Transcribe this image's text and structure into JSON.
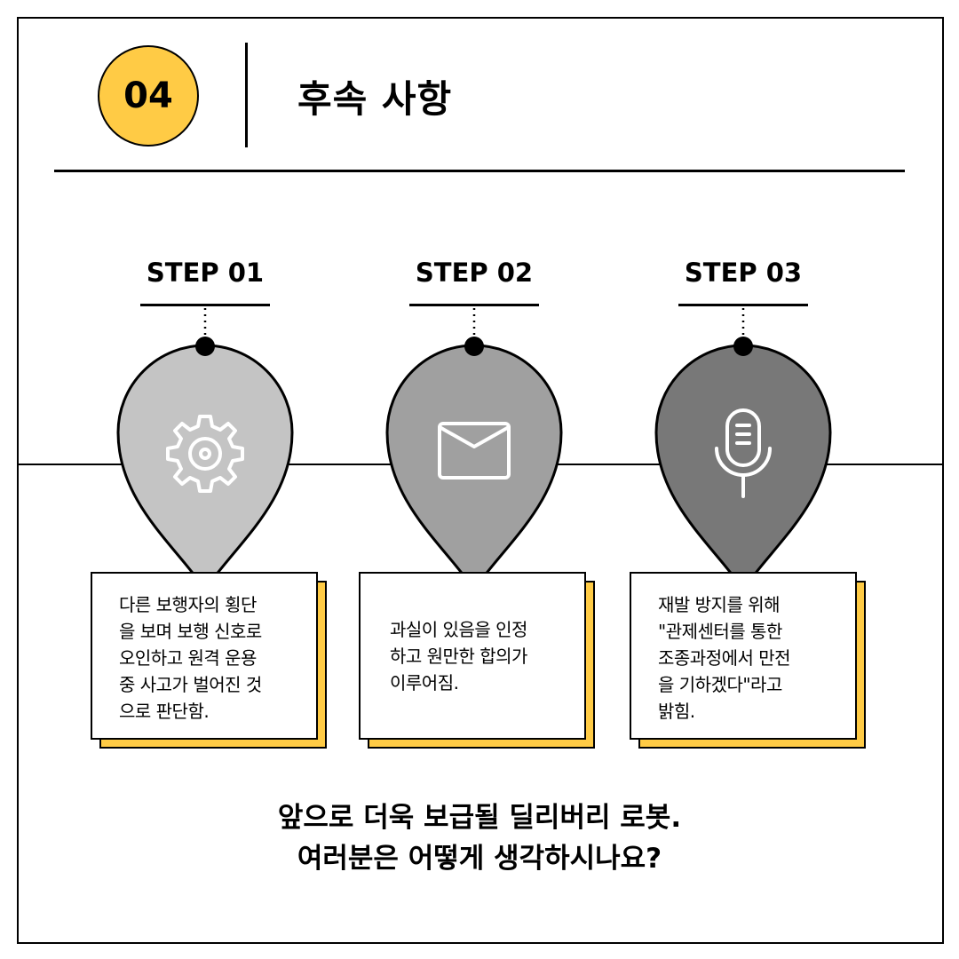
{
  "header": {
    "number": "04",
    "title": "후속 사항"
  },
  "steps": [
    {
      "label": "STEP 01",
      "icon": "gear-icon",
      "color": "#C4C4C4",
      "text": "다른 보행자의 횡단\n을 보며 보행 신호로\n오인하고 원격 운용\n중 사고가 벌어진 것\n으로 판단함."
    },
    {
      "label": "STEP 02",
      "icon": "envelope-icon",
      "color": "#A0A0A0",
      "text": "과실이 있음을 인정\n하고 원만한 합의가\n이루어짐."
    },
    {
      "label": "STEP 03",
      "icon": "microphone-icon",
      "color": "#787878",
      "text": "재발 방지를 위해\n\"관제센터를 통한\n조종과정에서 만전\n을 기하겠다\"라고\n밝힘."
    }
  ],
  "closing": {
    "line1": "앞으로 더욱 보급될 딜리버리 로봇.",
    "line2": "여러분은 어떻게 생각하시나요?"
  },
  "colors": {
    "accent": "#FFCB45"
  }
}
